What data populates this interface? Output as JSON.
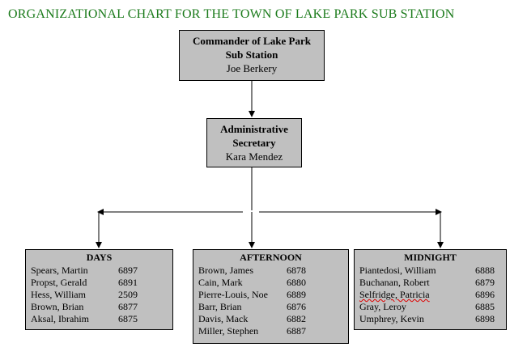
{
  "title": "ORGANIZATIONAL CHART FOR THE TOWN OF LAKE PARK SUB STATION",
  "colors": {
    "title": "#1a7a1a",
    "box_fill": "#c0c0c0",
    "spell_underline": "#e00000"
  },
  "commander": {
    "role_line1": "Commander of Lake Park",
    "role_line2": "Sub Station",
    "name": "Joe Berkery"
  },
  "secretary": {
    "role_line1": "Administrative",
    "role_line2": "Secretary",
    "name": "Kara Mendez"
  },
  "shifts": [
    {
      "title": "DAYS",
      "members": [
        {
          "name": "Spears, Martin",
          "ext": "6897"
        },
        {
          "name": "Propst, Gerald",
          "ext": "6891"
        },
        {
          "name": "Hess, William",
          "ext": "2509"
        },
        {
          "name": "Brown, Brian",
          "ext": "6877"
        },
        {
          "name": "Aksal, Ibrahim",
          "ext": "6875"
        }
      ]
    },
    {
      "title": "AFTERNOON",
      "members": [
        {
          "name": "Brown, James",
          "ext": "6878"
        },
        {
          "name": "Cain, Mark",
          "ext": "6880"
        },
        {
          "name": "Pierre-Louis, Noe",
          "ext": "6889"
        },
        {
          "name": "Barr, Brian",
          "ext": "6876"
        },
        {
          "name": "Davis, Mack",
          "ext": "6882"
        },
        {
          "name": "Miller, Stephen",
          "ext": "6887"
        }
      ]
    },
    {
      "title": "MIDNIGHT",
      "members": [
        {
          "name": "Piantedosi, William",
          "ext": "6888"
        },
        {
          "name": "Buchanan, Robert",
          "ext": "6879"
        },
        {
          "name": "Selfridge, Patricia",
          "ext": "6896"
        },
        {
          "name": "Gray, Leroy",
          "ext": "6885"
        },
        {
          "name": "Umphrey, Kevin",
          "ext": "6898"
        }
      ]
    }
  ]
}
